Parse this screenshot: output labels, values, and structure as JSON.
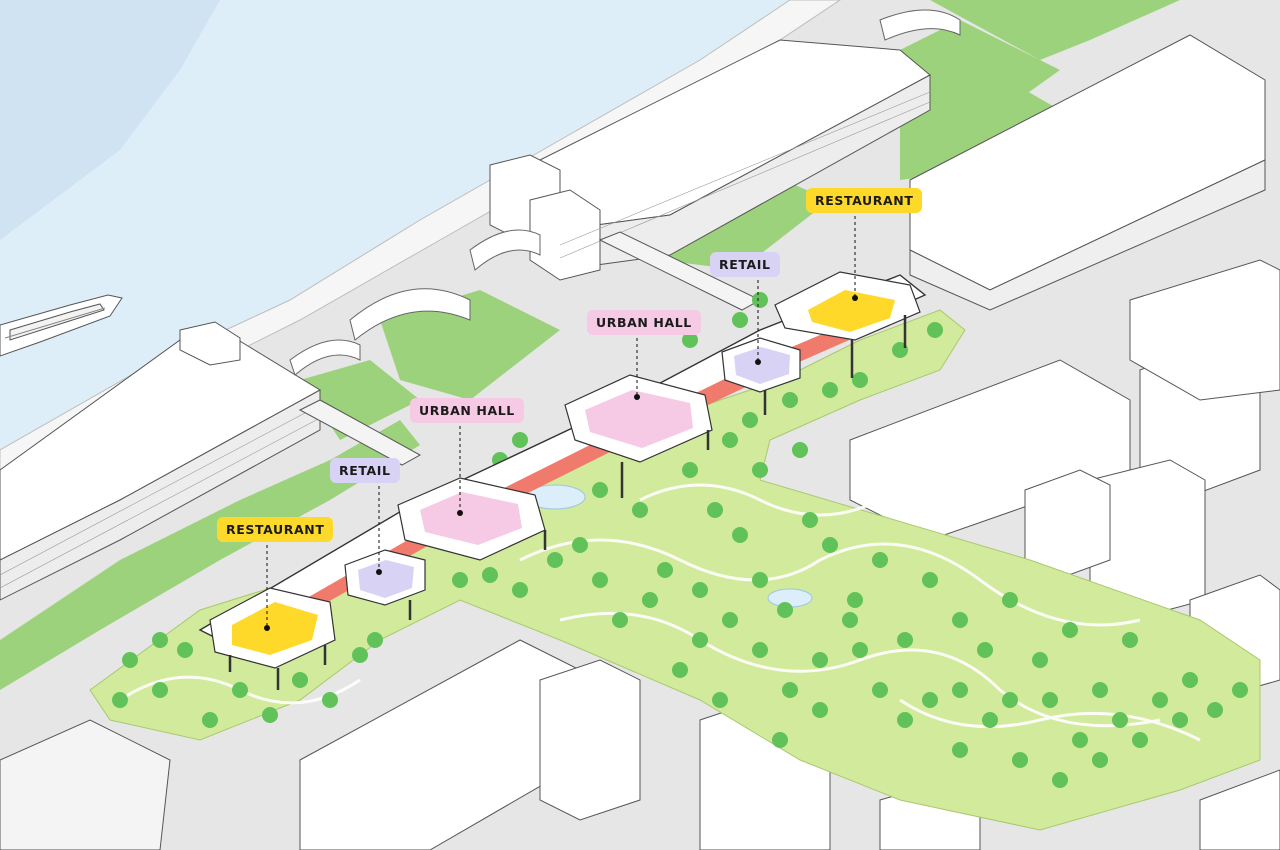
{
  "colors": {
    "water": "#deeef8",
    "water_deep": "#cfe3f2",
    "lawn": "#9dd27d",
    "park": "#d2ea9b",
    "tree": "#62c25a",
    "deck_red": "#f07b6d",
    "restaurant": "#ffd92a",
    "retail": "#d8d2f5",
    "urban_hall": "#f6c9e4",
    "building": "#ffffff",
    "building_side": "#f1f1f1",
    "road": "#e3e3e3"
  },
  "labels": [
    {
      "id": "restaurant-left",
      "text": "RESTAURANT",
      "kind": "restaurant"
    },
    {
      "id": "retail-left",
      "text": "RETAIL",
      "kind": "retail"
    },
    {
      "id": "urban-hall-left",
      "text": "URBAN HALL",
      "kind": "urban_hall"
    },
    {
      "id": "urban-hall-right",
      "text": "URBAN HALL",
      "kind": "urban_hall"
    },
    {
      "id": "retail-right",
      "text": "RETAIL",
      "kind": "retail"
    },
    {
      "id": "restaurant-right",
      "text": "RESTAURANT",
      "kind": "restaurant"
    }
  ]
}
